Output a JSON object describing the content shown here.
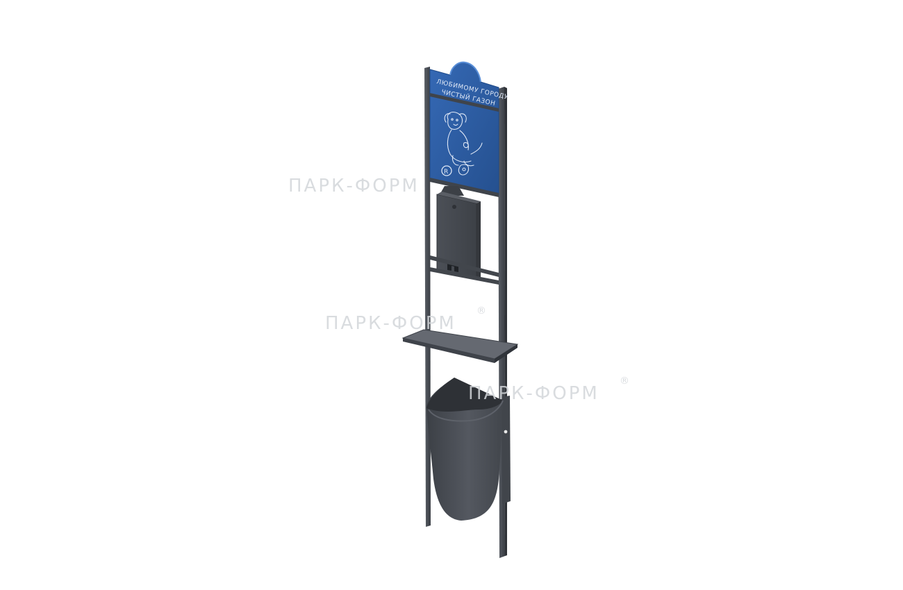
{
  "sign": {
    "line1": "ЛЮБИМОМУ ГОРОДУ",
    "line2": "ЧИСТЫЙ ГАЗОН",
    "badge": "R"
  },
  "watermark": {
    "text": "ПАРК-ФОРМ",
    "mark": "®"
  },
  "colors": {
    "frame": "#4d5259",
    "frame_dark": "#3b3f45",
    "panel_blue": "#2f5fa7",
    "panel_blue_light": "#4178c7",
    "dispenser": "#45494f",
    "shelf": "#5c6067",
    "bin": "#4a4e55"
  }
}
